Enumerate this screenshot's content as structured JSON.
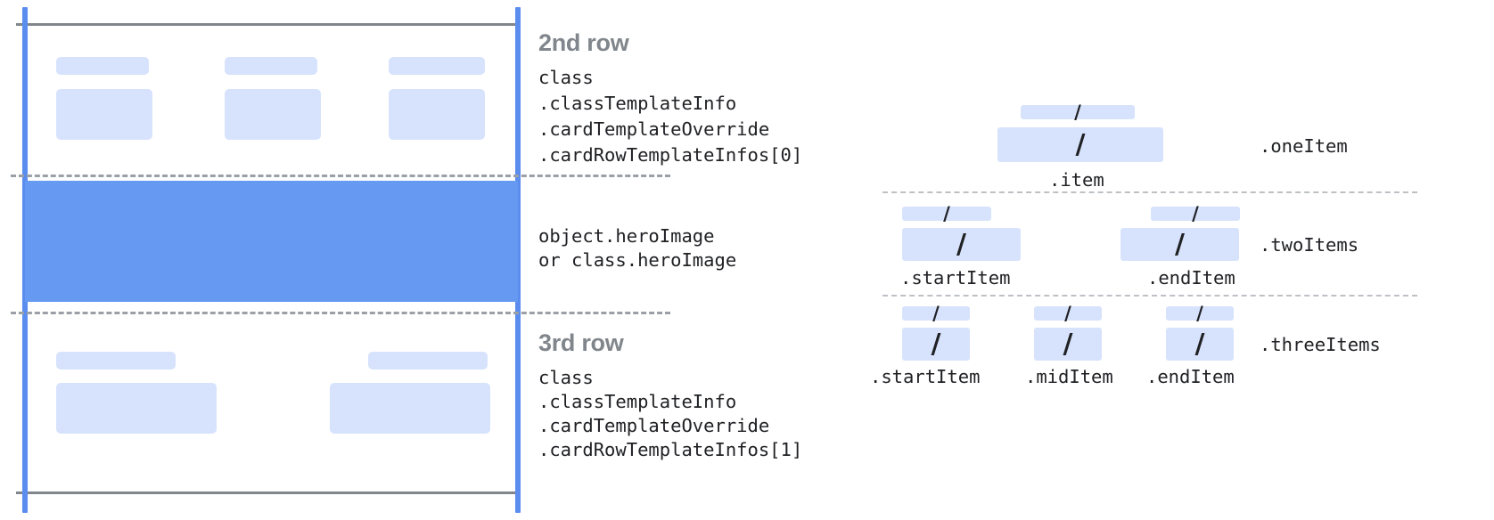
{
  "diagram": {
    "title_icon": "card-template-diagram",
    "colors": {
      "guide_blue": "#5b8def",
      "hero_blue": "#6699f1",
      "placeholder_blue": "#d7e3fc",
      "rule_gray": "#80868b",
      "dash_gray": "#9aa0a6",
      "text_dark": "#202124",
      "heading_gray": "#80868b"
    },
    "card": {
      "rows": [
        {
          "heading": "2nd row",
          "code_lines": [
            "class",
            ".classTemplateInfo",
            ".cardTemplateOverride",
            ".cardRowTemplateInfos[0]"
          ],
          "placeholder_count": 3
        },
        {
          "heading": "",
          "code_lines": [
            "object.heroImage",
            "or class.heroImage"
          ],
          "placeholder_count": 0
        },
        {
          "heading": "3rd row",
          "code_lines": [
            "class",
            ".classTemplateInfo",
            ".cardTemplateOverride",
            ".cardRowTemplateInfos[1]"
          ],
          "placeholder_count": 2
        }
      ]
    },
    "item_layouts": [
      {
        "row_label": ".oneItem",
        "items": [
          {
            "caption": ".item",
            "slash": "/"
          }
        ]
      },
      {
        "row_label": ".twoItems",
        "items": [
          {
            "caption": ".startItem",
            "slash": "/"
          },
          {
            "caption": ".endItem",
            "slash": "/"
          }
        ]
      },
      {
        "row_label": ".threeItems",
        "items": [
          {
            "caption": ".startItem",
            "slash": "/"
          },
          {
            "caption": ".midItem",
            "slash": "/"
          },
          {
            "caption": ".endItem",
            "slash": "/"
          }
        ]
      }
    ]
  }
}
